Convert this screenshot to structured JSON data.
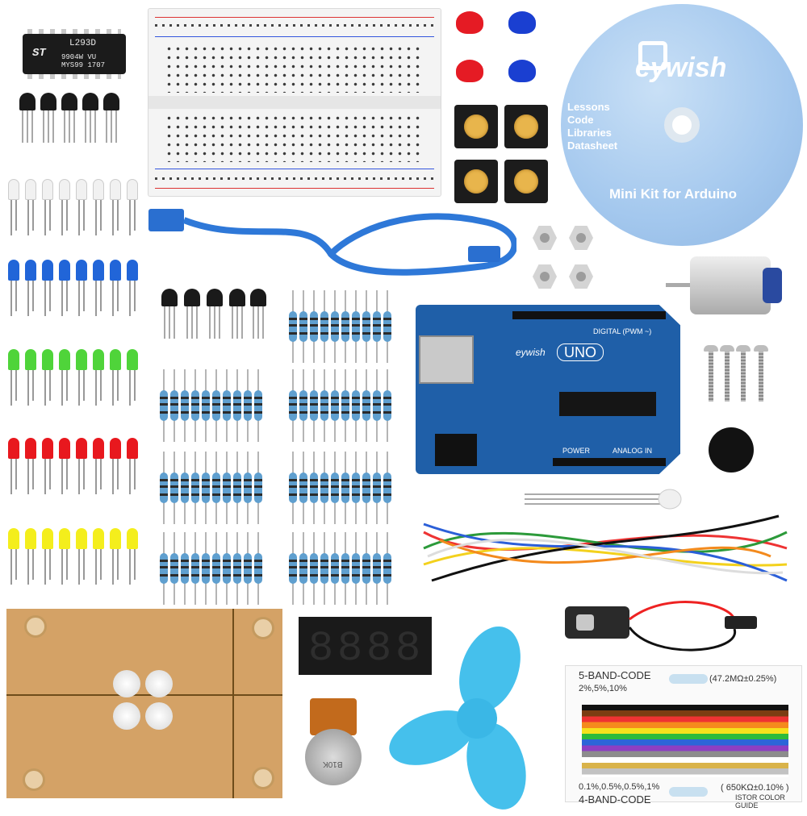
{
  "chip": {
    "line1": "L293D",
    "line2": "9904W VU",
    "line3": "MYS99 1707",
    "logo": "ST"
  },
  "cd": {
    "brand": "eywish",
    "items": [
      "Lessons",
      "Code",
      "Libraries",
      "Datasheet"
    ],
    "subtitle": "Mini Kit for Arduino"
  },
  "arduino": {
    "brand": "eywish",
    "model": "UNO",
    "label_digital": "DIGITAL (PWM ~)",
    "label_power": "POWER",
    "label_analog": "ANALOG IN"
  },
  "potentiometer": {
    "label": "B10K"
  },
  "color_card": {
    "title_5band": "5-BAND-CODE",
    "tol_5band": "2%,5%,10%",
    "example_5band": "(47.2MΩ±0.25%)",
    "tol_4band": "0.1%,0.5%,0.5%,1%",
    "title_4band": "4-BAND-CODE",
    "example_4band": "( 650KΩ±0.10% )",
    "guide": "ISTOR COLOR GUIDE"
  },
  "colors": {
    "led_red": "#e8181e",
    "led_blue": "#2165d8",
    "led_green": "#4fd43a",
    "led_yellow": "#f4ee1c",
    "led_clear": "#f1f1f1",
    "board_blue": "#1f5fa8",
    "cd_blue": "#a4c8ee",
    "cap_red": "#e51b24",
    "cap_blue": "#1a3fd1"
  },
  "icons": [
    "gear-logo-icon"
  ]
}
